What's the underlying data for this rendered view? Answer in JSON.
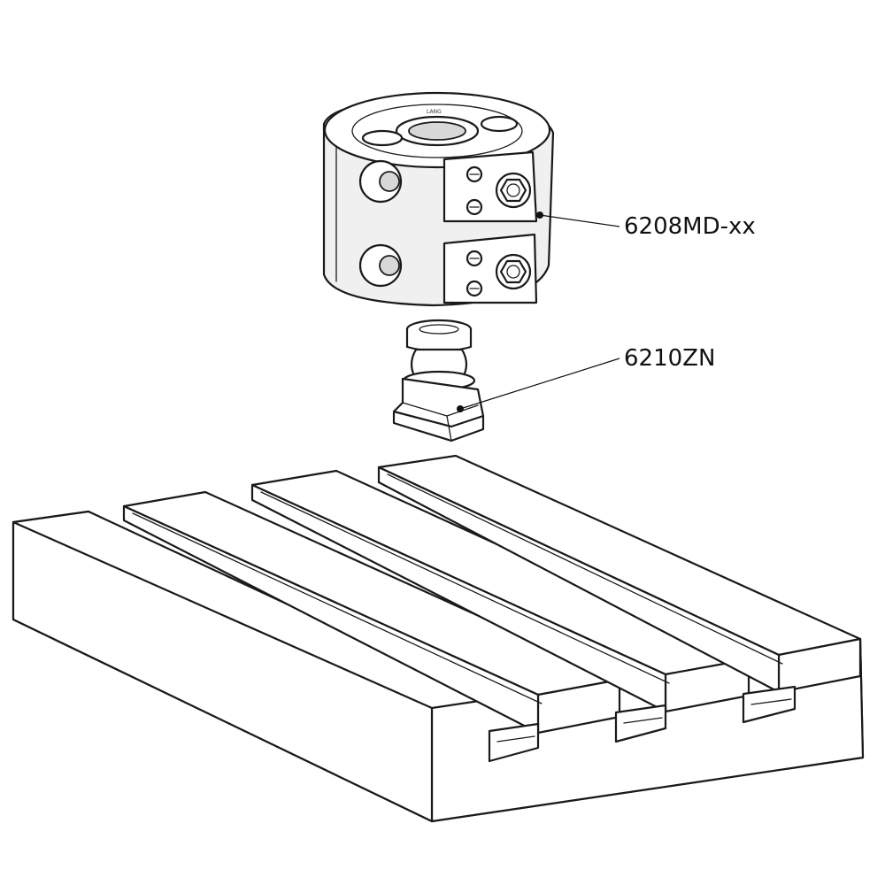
{
  "callouts": [
    {
      "id": "clamp",
      "label": "6208MD-xx"
    },
    {
      "id": "stud",
      "label": "6210ZN"
    }
  ]
}
